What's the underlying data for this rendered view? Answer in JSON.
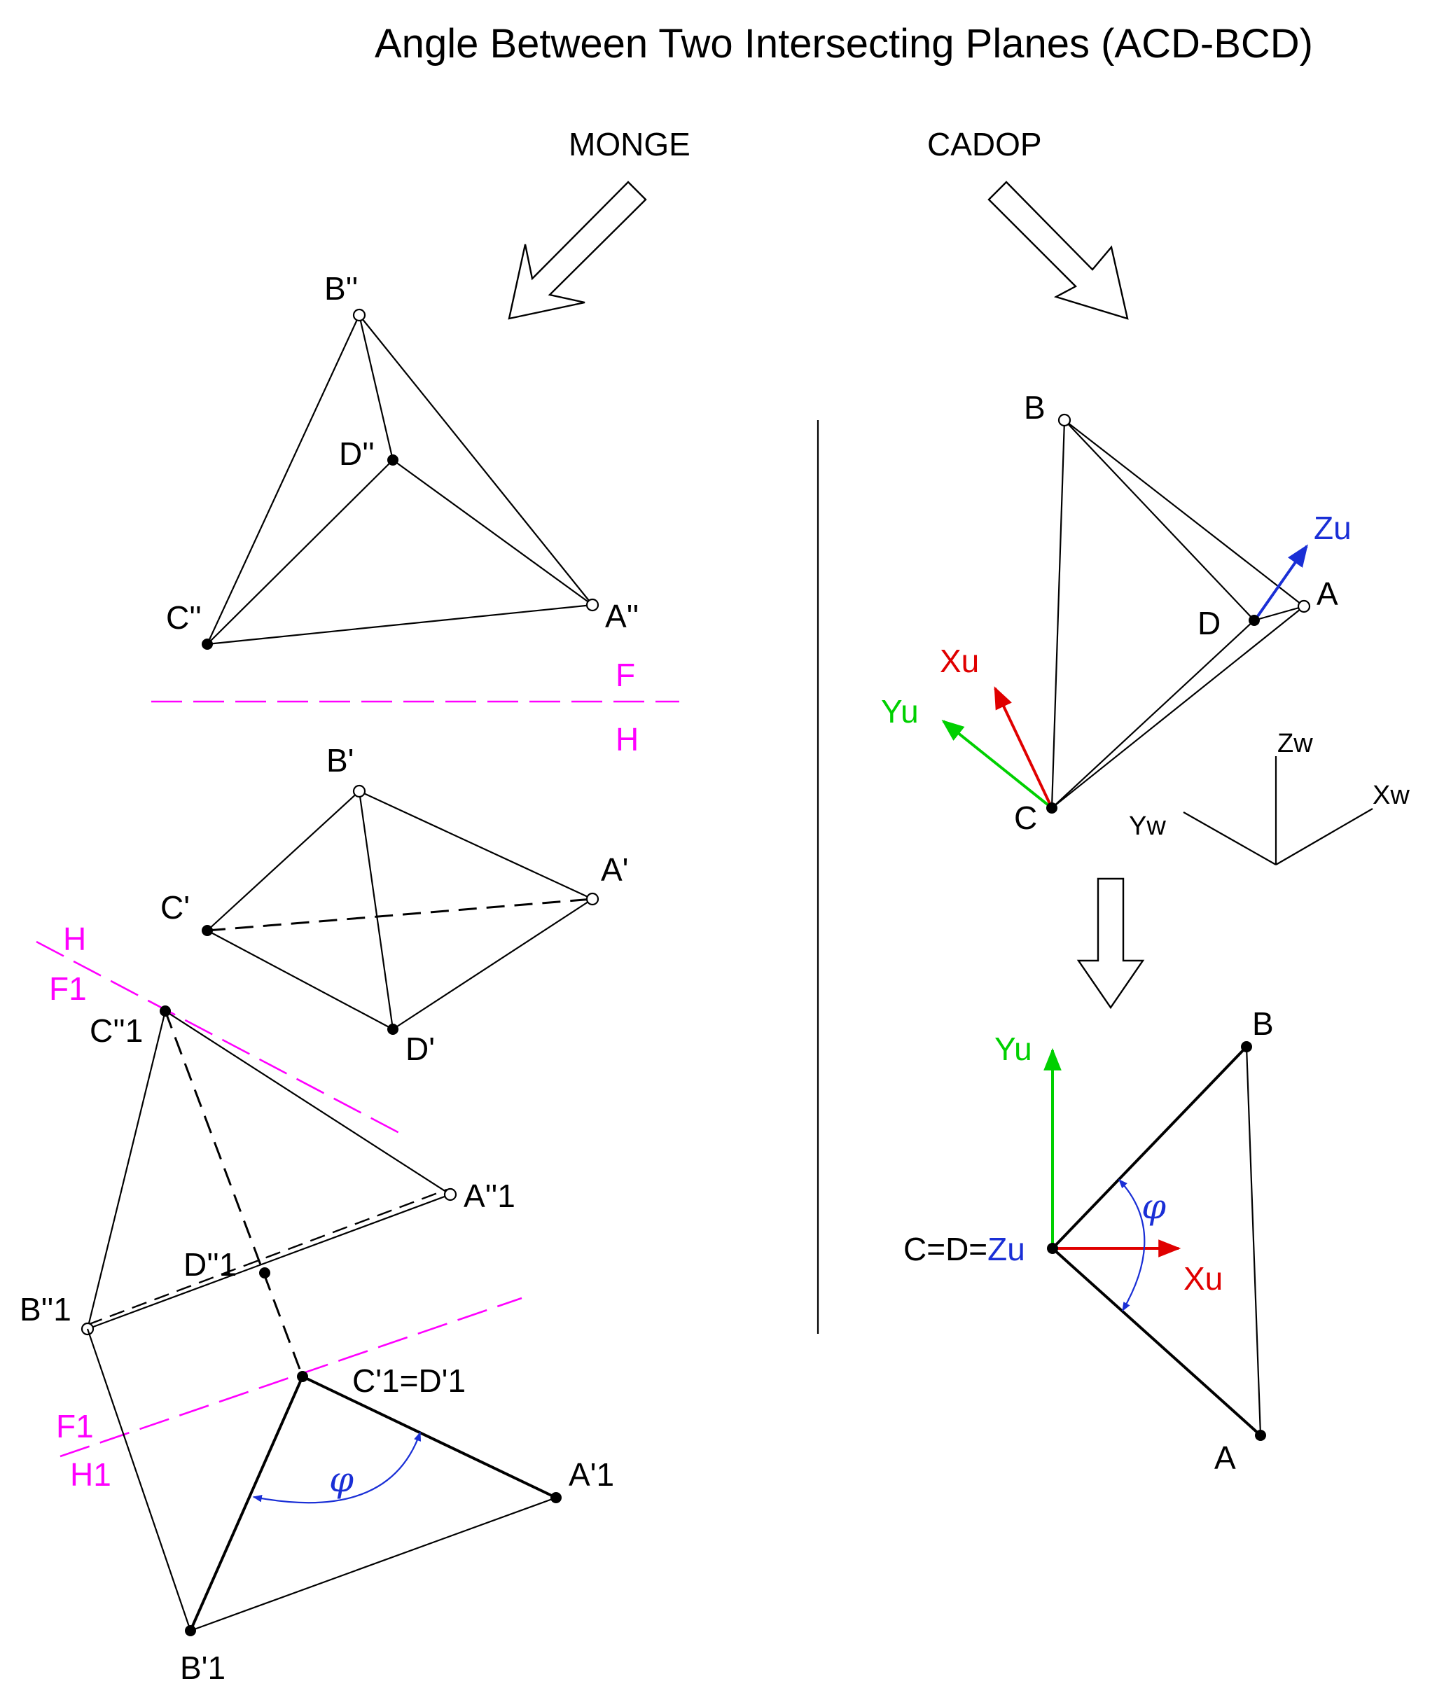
{
  "title": "Angle Between Two Intersecting Planes (ACD-BCD)",
  "headers": {
    "monge": "MONGE",
    "cadop": "CADOP"
  },
  "colors": {
    "axis_separator": "#ff00ff",
    "x_axis": "#e00000",
    "y_axis": "#00d000",
    "z_axis": "#1a2fd6",
    "angle": "#1a2fd6"
  },
  "monge": {
    "frontal_view": {
      "B": "B''",
      "D": "D''",
      "C": "C''",
      "A": "A''"
    },
    "axis_fh": {
      "upper": "F",
      "lower": "H"
    },
    "top_view": {
      "B": "B'",
      "C": "C'",
      "A": "A'",
      "D": "D'"
    },
    "axis_hf1": {
      "upper": "H",
      "lower": "F1"
    },
    "aux_view": {
      "C": "C''1",
      "A": "A''1",
      "D": "D''1",
      "B": "B''1"
    },
    "axis_f1h1": {
      "upper": "F1",
      "lower": "H1"
    },
    "edge_view": {
      "CD": "C'1=D'1",
      "A": "A'1",
      "B": "B'1"
    },
    "angle_label": "φ"
  },
  "cadop": {
    "view_3d": {
      "B": "B",
      "A": "A",
      "D": "D",
      "C": "C"
    },
    "ucs_axes": {
      "x": "Xu",
      "y": "Yu",
      "z": "Zu"
    },
    "world_axes": {
      "x": "Xw",
      "y": "Yw",
      "z": "Zw"
    },
    "result_view": {
      "B": "B",
      "A": "A",
      "CDZ_prefix": "C=D=",
      "CDZ_suffix": "Zu",
      "y": "Yu",
      "x": "Xu"
    },
    "angle_label": "φ"
  }
}
